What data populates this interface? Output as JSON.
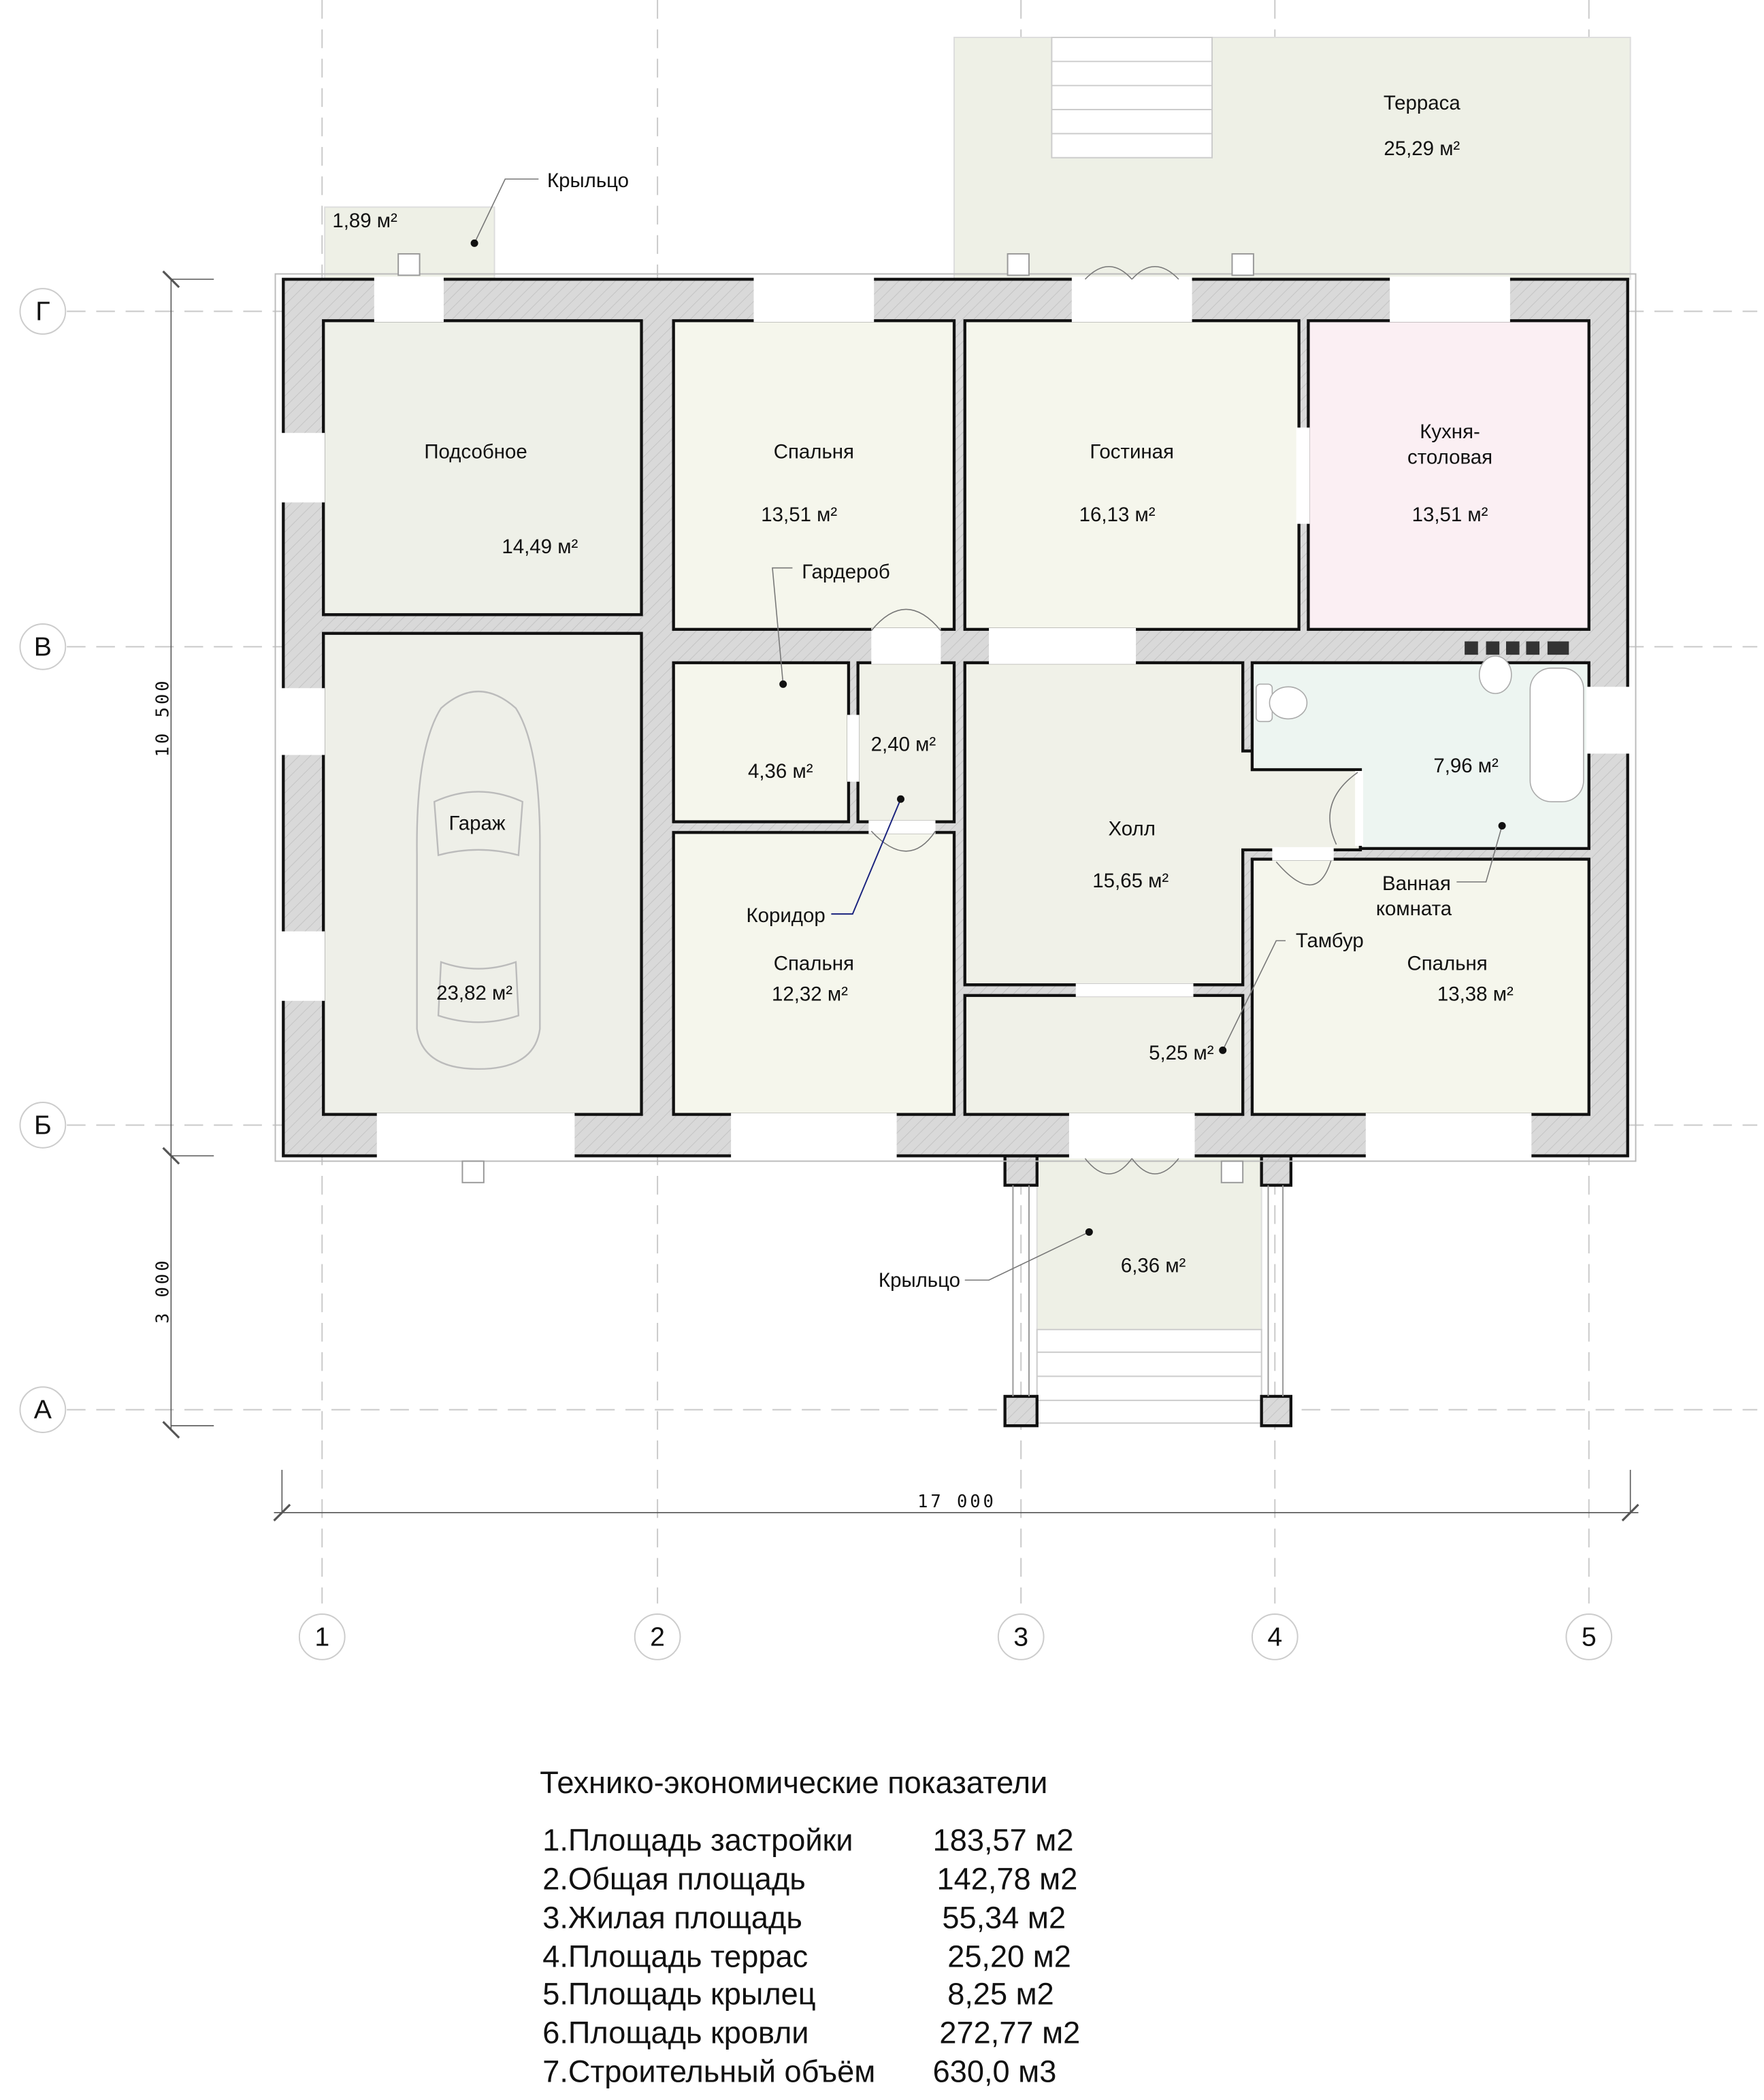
{
  "axes": {
    "columns": [
      "1",
      "2",
      "3",
      "4",
      "5"
    ],
    "rows": [
      "Г",
      "В",
      "Б",
      "А"
    ]
  },
  "dimensions": {
    "width": "17 000",
    "depth_main": "10 500",
    "depth_porch": "3 000"
  },
  "rooms": {
    "terrace": {
      "name": "Терраса",
      "area": "25,29 м²"
    },
    "porch_small": {
      "name": "Крыльцо",
      "area": "1,89 м²"
    },
    "utility": {
      "name": "Подсобное",
      "area": "14,49 м²"
    },
    "bedroom1": {
      "name": "Спальня",
      "area": "13,51 м²"
    },
    "living": {
      "name": "Гостиная",
      "area": "16,13 м²"
    },
    "kitchen": {
      "name1": "Кухня-",
      "name2": "столовая",
      "area": "13,51 м²"
    },
    "wardrobe": {
      "name": "Гардероб",
      "area": "4,36 м²"
    },
    "corridor": {
      "name": "Коридор",
      "area": "2,40 м²"
    },
    "garage": {
      "name": "Гараж",
      "area": "23,82 м²"
    },
    "hall": {
      "name": "Холл",
      "area": "15,65 м²"
    },
    "bathroom": {
      "name1": "Ванная",
      "name2": "комната",
      "area": "7,96 м²"
    },
    "vestibule": {
      "name": "Тамбур",
      "area": "5,25 м²"
    },
    "bedroom2": {
      "name": "Спальня",
      "area": "12,32 м²"
    },
    "bedroom3": {
      "name": "Спальня",
      "area": "13,38 м²"
    },
    "porch_front": {
      "name": "Крыльцо",
      "area": "6,36 м²"
    }
  },
  "indicators": {
    "title": "Технико-экономические показатели",
    "rows": [
      {
        "label": "1.Площадь застройки",
        "value": "183,57 м2"
      },
      {
        "label": "2.Общая площадь",
        "value": "142,78 м2"
      },
      {
        "label": "3.Жилая площадь",
        "value": "55,34 м2"
      },
      {
        "label": "4.Площадь террас",
        "value": "25,20 м2"
      },
      {
        "label": "5.Площадь крылец",
        "value": "8,25 м2"
      },
      {
        "label": "6.Площадь кровли",
        "value": "272,77 м2"
      },
      {
        "label": "7.Строительный объём",
        "value": "630,0 м3"
      }
    ]
  },
  "colors": {
    "wall_hatch": "#d6d6d6",
    "room_default": "#f5f6ec",
    "kitchen": "#fbeff3",
    "bathroom": "#edf5f1",
    "garage": "#eeefe8",
    "terrace": "#eef0e6"
  }
}
